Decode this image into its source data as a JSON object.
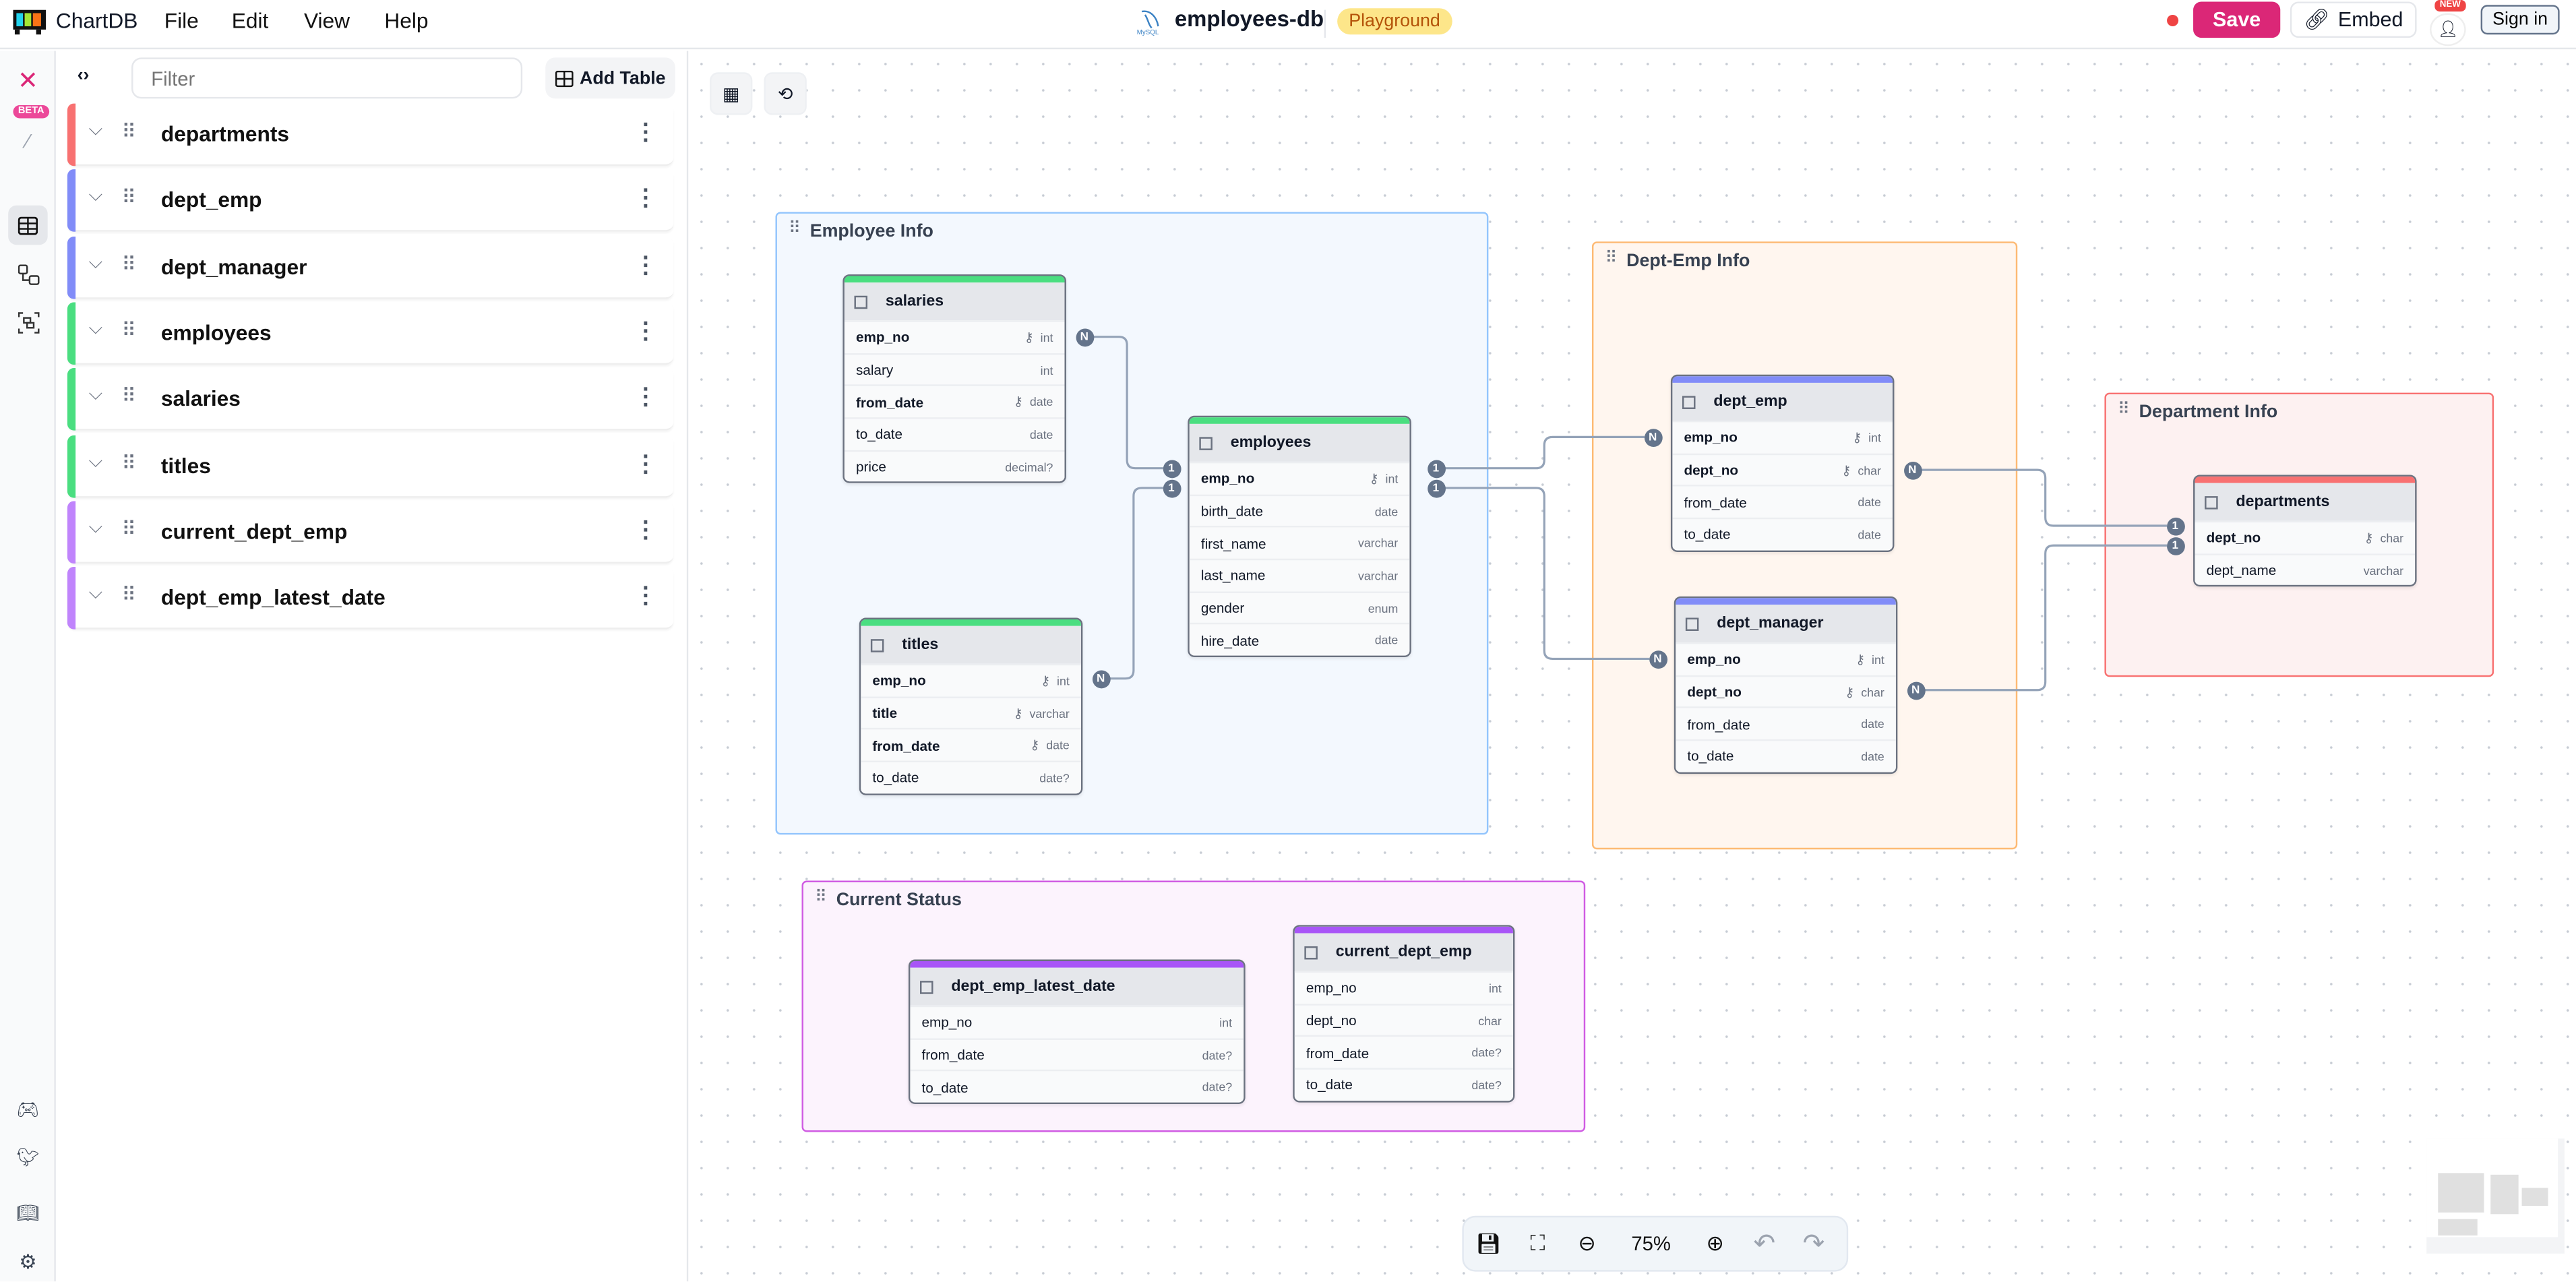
{
  "app": {
    "name": "ChartDB",
    "menu": [
      "File",
      "Edit",
      "View",
      "Help"
    ],
    "diagram_name": "employees-db",
    "db_type": "MySQL",
    "mode_badge": "Playground"
  },
  "header_actions": {
    "save": "Save",
    "embed": "Embed",
    "new_badge": "NEW",
    "sign_in": "Sign in",
    "unsaved_indicator_color": "#ef4444",
    "save_color": "#db2777"
  },
  "rail": {
    "beta_badge": "BETA",
    "top_icons": [
      "chartdb-logo-icon",
      "magic-wand-icon",
      "table-icon",
      "relationships-icon",
      "areas-icon"
    ],
    "bottom_icons": [
      "discord-icon",
      "twitter-icon",
      "book-icon",
      "gear-icon"
    ]
  },
  "sidebar": {
    "filter_placeholder": "Filter",
    "add_table": "Add Table",
    "items": [
      {
        "label": "departments",
        "color": "#f87171"
      },
      {
        "label": "dept_emp",
        "color": "#818cf8"
      },
      {
        "label": "dept_manager",
        "color": "#818cf8"
      },
      {
        "label": "employees",
        "color": "#4ade80"
      },
      {
        "label": "salaries",
        "color": "#4ade80"
      },
      {
        "label": "titles",
        "color": "#4ade80"
      },
      {
        "label": "current_dept_emp",
        "color": "#c084fc"
      },
      {
        "label": "dept_emp_latest_date",
        "color": "#c084fc"
      }
    ]
  },
  "areas": [
    {
      "label": "Employee Info",
      "color": "#93c5fd"
    },
    {
      "label": "Dept-Emp Info",
      "color": "#fdba74"
    },
    {
      "label": "Department Info",
      "color": "#f87171"
    },
    {
      "label": "Current Status",
      "color": "#d05ce3"
    }
  ],
  "tables": [
    {
      "name": "salaries",
      "color": "#4ade80",
      "fields": [
        {
          "name": "emp_no",
          "type": "int",
          "pk": true
        },
        {
          "name": "salary",
          "type": "int"
        },
        {
          "name": "from_date",
          "type": "date",
          "pk": true
        },
        {
          "name": "to_date",
          "type": "date"
        },
        {
          "name": "price",
          "type": "decimal?"
        }
      ]
    },
    {
      "name": "employees",
      "color": "#4ade80",
      "fields": [
        {
          "name": "emp_no",
          "type": "int",
          "pk": true
        },
        {
          "name": "birth_date",
          "type": "date"
        },
        {
          "name": "first_name",
          "type": "varchar"
        },
        {
          "name": "last_name",
          "type": "varchar"
        },
        {
          "name": "gender",
          "type": "enum"
        },
        {
          "name": "hire_date",
          "type": "date"
        }
      ]
    },
    {
      "name": "titles",
      "color": "#4ade80",
      "fields": [
        {
          "name": "emp_no",
          "type": "int",
          "pk": true
        },
        {
          "name": "title",
          "type": "varchar",
          "pk": true
        },
        {
          "name": "from_date",
          "type": "date",
          "pk": true
        },
        {
          "name": "to_date",
          "type": "date?"
        }
      ]
    },
    {
      "name": "dept_emp",
      "color": "#818cf8",
      "fields": [
        {
          "name": "emp_no",
          "type": "int",
          "pk": true
        },
        {
          "name": "dept_no",
          "type": "char",
          "pk": true
        },
        {
          "name": "from_date",
          "type": "date"
        },
        {
          "name": "to_date",
          "type": "date"
        }
      ]
    },
    {
      "name": "dept_manager",
      "color": "#818cf8",
      "fields": [
        {
          "name": "emp_no",
          "type": "int",
          "pk": true
        },
        {
          "name": "dept_no",
          "type": "char",
          "pk": true
        },
        {
          "name": "from_date",
          "type": "date"
        },
        {
          "name": "to_date",
          "type": "date"
        }
      ]
    },
    {
      "name": "departments",
      "color": "#f87171",
      "fields": [
        {
          "name": "dept_no",
          "type": "char",
          "pk": true
        },
        {
          "name": "dept_name",
          "type": "varchar"
        }
      ]
    },
    {
      "name": "dept_emp_latest_date",
      "color": "#a855f7",
      "fields": [
        {
          "name": "emp_no",
          "type": "int"
        },
        {
          "name": "from_date",
          "type": "date?"
        },
        {
          "name": "to_date",
          "type": "date?"
        }
      ]
    },
    {
      "name": "current_dept_emp",
      "color": "#a855f7",
      "fields": [
        {
          "name": "emp_no",
          "type": "int"
        },
        {
          "name": "dept_no",
          "type": "char"
        },
        {
          "name": "from_date",
          "type": "date?"
        },
        {
          "name": "to_date",
          "type": "date?"
        }
      ]
    }
  ],
  "relationships": [
    {
      "from": "salaries.emp_no",
      "from_card": "N",
      "to": "employees.emp_no",
      "to_card": "1"
    },
    {
      "from": "titles.emp_no",
      "from_card": "N",
      "to": "employees.emp_no",
      "to_card": "1"
    },
    {
      "from": "employees.emp_no",
      "from_card": "1",
      "to": "dept_emp.emp_no",
      "to_card": "N"
    },
    {
      "from": "employees.emp_no",
      "from_card": "1",
      "to": "dept_manager.emp_no",
      "to_card": "N"
    },
    {
      "from": "dept_emp.dept_no",
      "from_card": "N",
      "to": "departments.dept_no",
      "to_card": "1"
    },
    {
      "from": "dept_manager.dept_no",
      "from_card": "N",
      "to": "departments.dept_no",
      "to_card": "1"
    }
  ],
  "controls": {
    "zoom": "75%"
  }
}
